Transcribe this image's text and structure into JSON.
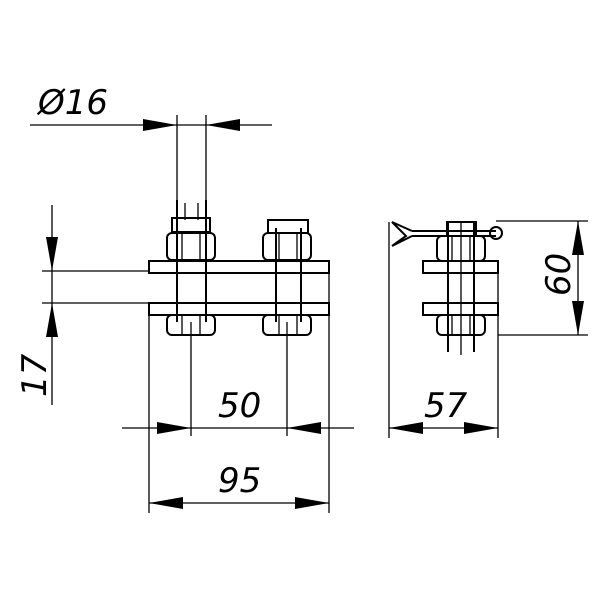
{
  "drawing": {
    "dimensions": {
      "diameter": "Ø16",
      "gap": "17",
      "spacing": "50",
      "width": "95",
      "depth": "57",
      "height": "60"
    },
    "line_color": "#000000",
    "background": "#ffffff"
  }
}
